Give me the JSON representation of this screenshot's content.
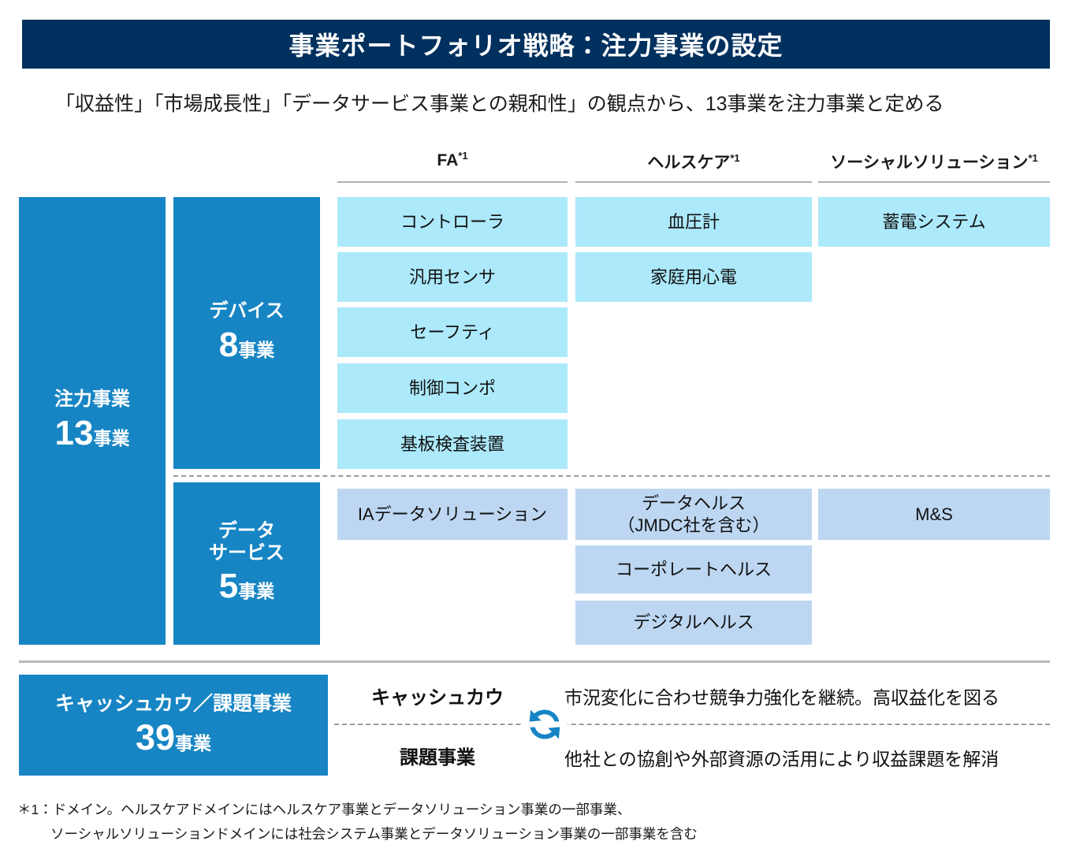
{
  "header": {
    "title": "事業ポートフォリオ戦略：注力事業の設定",
    "subtitle": "「収益性」「市場成長性」「データサービス事業との親和性」の観点から、13事業を注力事業と定める",
    "band_color": "#00305e"
  },
  "colors": {
    "navy": "#00305e",
    "blue": "#1785c4",
    "cyan_cell": "#ace9fb",
    "periwinkle_cell": "#bdd7f2",
    "rule_gray": "#b8b8b8",
    "dash_gray": "#9a9a9a"
  },
  "columns": [
    {
      "key": "fa",
      "label": "FA",
      "footnote_mark": "*1"
    },
    {
      "key": "health",
      "label": "ヘルスケア",
      "footnote_mark": "*1"
    },
    {
      "key": "social",
      "label": "ソーシャルソリューション",
      "footnote_mark": "*1"
    }
  ],
  "focus_block": {
    "label": "注力事業",
    "count": "13",
    "unit": "事業"
  },
  "categories": [
    {
      "key": "device",
      "label": "デバイス",
      "label_line2": "",
      "count": "8",
      "unit": "事業"
    },
    {
      "key": "data_service",
      "label": "データ",
      "label_line2": "サービス",
      "count": "5",
      "unit": "事業"
    }
  ],
  "device_cells": {
    "fa": [
      "コントローラ",
      "汎用センサ",
      "セーフティ",
      "制御コンポ",
      "基板検査装置"
    ],
    "health": [
      "血圧計",
      "家庭用心電"
    ],
    "social": [
      "蓄電システム"
    ]
  },
  "data_service_cells": {
    "fa": [
      "IAデータソリューション"
    ],
    "health_line1": "データヘルス",
    "health_line2": "（JMDC社を含む）",
    "health": [
      "コーポレートヘルス",
      "デジタルヘルス"
    ],
    "social": [
      "M&S"
    ]
  },
  "bottom": {
    "block": {
      "label": "キャッシュカウ／課題事業",
      "count": "39",
      "unit": "事業"
    },
    "rows": [
      {
        "label": "キャッシュカウ",
        "description": "市況変化に合わせ競争力強化を継続。高収益化を図る"
      },
      {
        "label": "課題事業",
        "description": "他社との協創や外部資源の活用により収益課題を解消"
      }
    ],
    "icon": "recycle-arrows-icon"
  },
  "footnote": {
    "line1": "＊1：ドメイン。ヘルスケアドメインにはヘルスケア事業とデータソリューション事業の一部事業、",
    "line2": "ソーシャルソリューションドメインには社会システム事業とデータソリューション事業の一部事業を含む"
  }
}
